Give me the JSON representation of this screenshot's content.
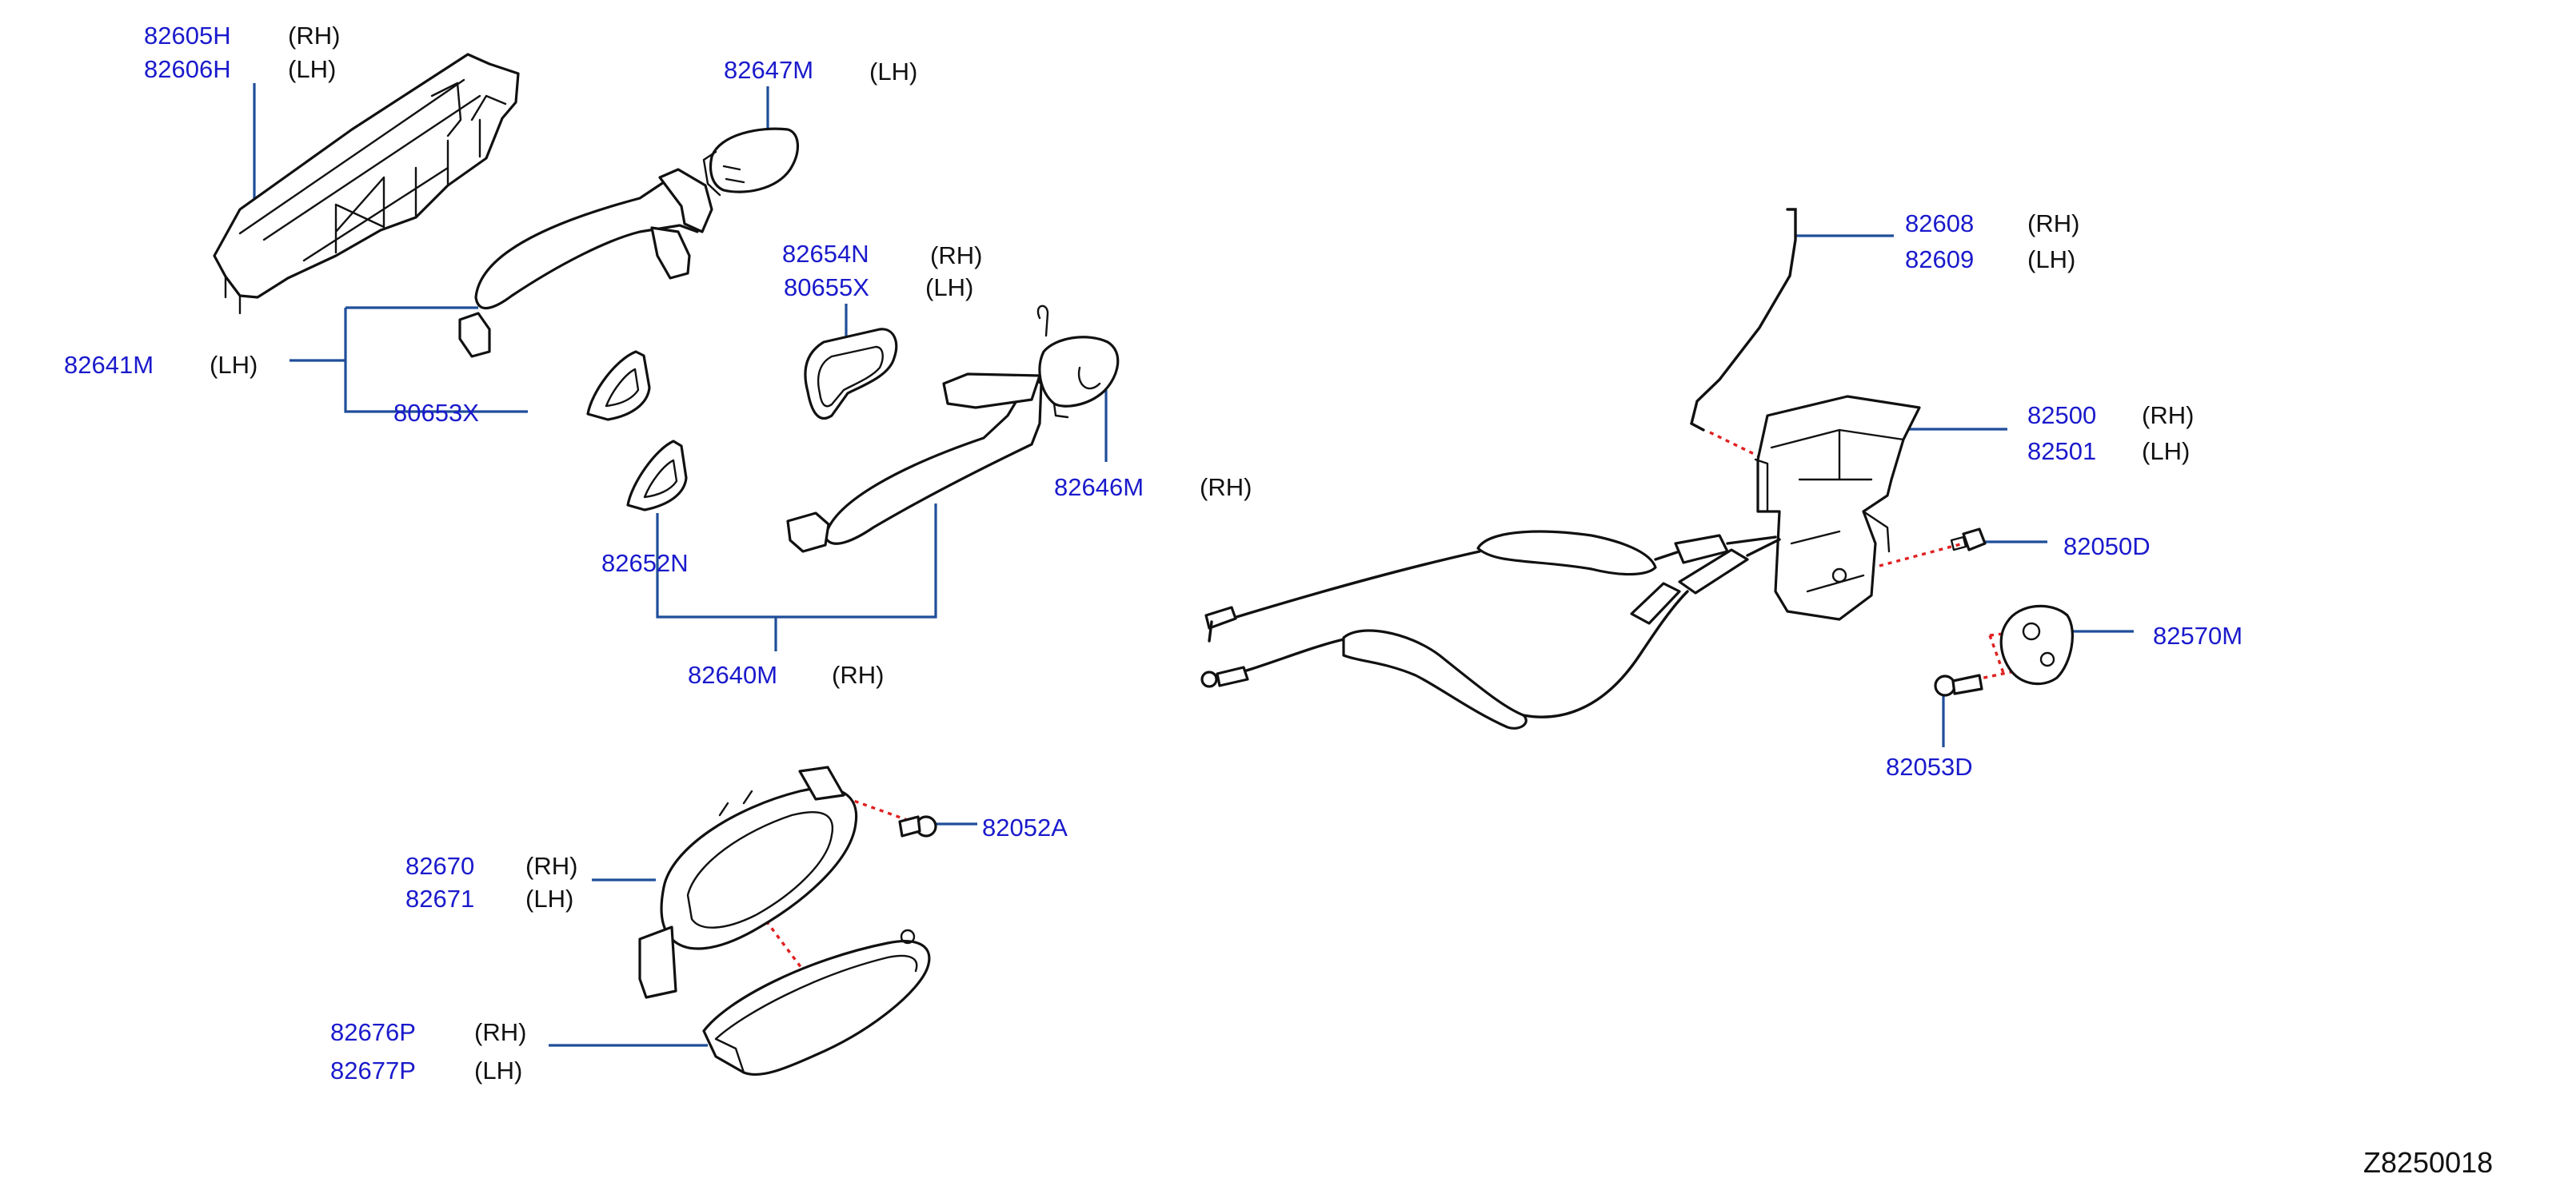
{
  "diagram_code": "Z8250018",
  "callouts": [
    {
      "id": "c1",
      "part": "82605H",
      "side": "(RH)"
    },
    {
      "id": "c2",
      "part": "82606H",
      "side": "(LH)"
    },
    {
      "id": "c3",
      "part": "82647M",
      "side": "(LH)"
    },
    {
      "id": "c4",
      "part": "82654N",
      "side": "(RH)"
    },
    {
      "id": "c5",
      "part": "80655X",
      "side": "(LH)"
    },
    {
      "id": "c6",
      "part": "82641M",
      "side": "(LH)"
    },
    {
      "id": "c7",
      "part": "80653X",
      "side": ""
    },
    {
      "id": "c8",
      "part": "82646M",
      "side": "(RH)"
    },
    {
      "id": "c9",
      "part": "82652N",
      "side": ""
    },
    {
      "id": "c10",
      "part": "82640M",
      "side": "(RH)"
    },
    {
      "id": "c11",
      "part": "82608",
      "side": "(RH)"
    },
    {
      "id": "c12",
      "part": "82609",
      "side": "(LH)"
    },
    {
      "id": "c13",
      "part": "82500",
      "side": "(RH)"
    },
    {
      "id": "c14",
      "part": "82501",
      "side": "(LH)"
    },
    {
      "id": "c15",
      "part": "82050D",
      "side": ""
    },
    {
      "id": "c16",
      "part": "82570M",
      "side": ""
    },
    {
      "id": "c17",
      "part": "82053D",
      "side": ""
    },
    {
      "id": "c18",
      "part": "82052A",
      "side": ""
    },
    {
      "id": "c19",
      "part": "82670",
      "side": "(RH)"
    },
    {
      "id": "c20",
      "part": "82671",
      "side": "(LH)"
    },
    {
      "id": "c21",
      "part": "82676P",
      "side": "(RH)"
    },
    {
      "id": "c22",
      "part": "82677P",
      "side": "(LH)"
    }
  ]
}
